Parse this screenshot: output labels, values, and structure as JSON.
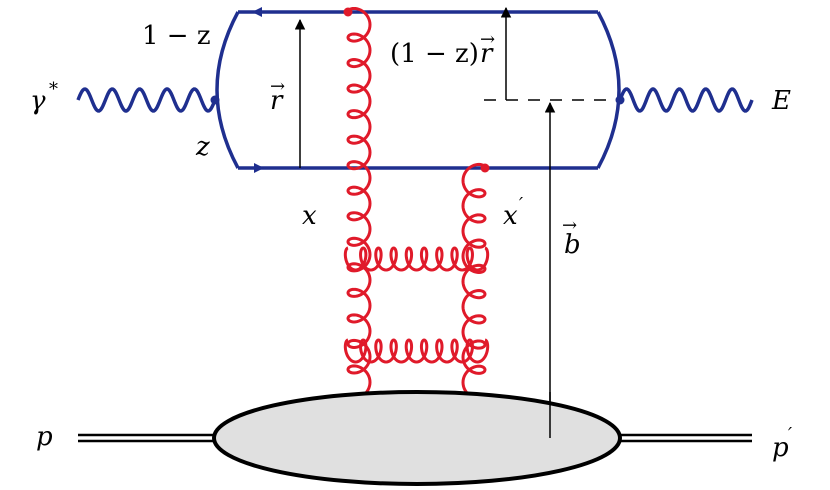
{
  "labels": {
    "photon": "γ",
    "photon_sup": "*",
    "final_state": "E",
    "one_minus_z": "1 − z",
    "z": "z",
    "r_vec": "r",
    "scaled_r_prefix": "(1 − z)",
    "scaled_r_vec": "r",
    "b_vec": "b",
    "x": "x",
    "x_prime": "x",
    "prime": "′",
    "proton": "p",
    "proton_out": "p",
    "vec_arrow": "⃗"
  },
  "colors": {
    "quark": "#1f2f8f",
    "gluon": "#e01a2a",
    "blob_fill": "#e0e0e0",
    "ink": "#000000"
  }
}
